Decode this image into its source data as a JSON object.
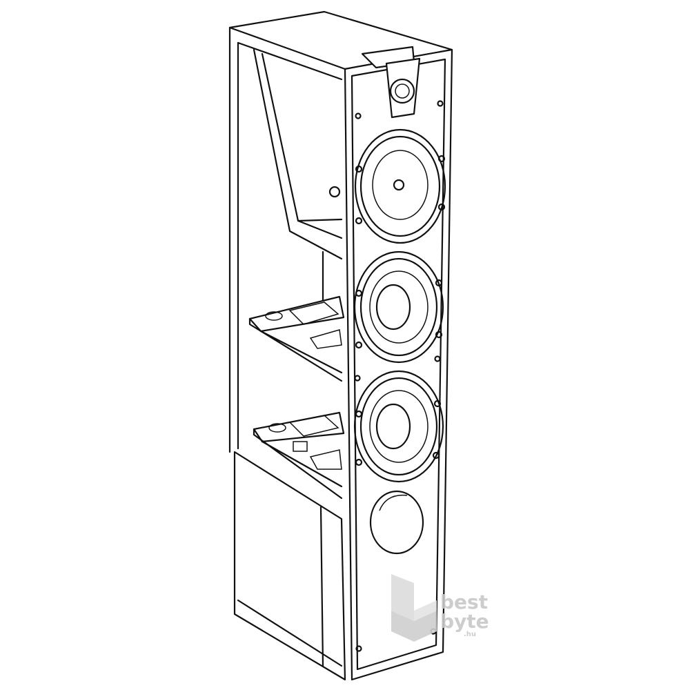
{
  "image": {
    "subject": "floor-standing-speaker-cutaway-line-drawing",
    "line_color": "#111111",
    "background": "#ffffff"
  },
  "watermark": {
    "brand_line1": "best",
    "brand_line2": "byte",
    "domain_suffix": ".hu",
    "color": "#c8c8c8"
  }
}
